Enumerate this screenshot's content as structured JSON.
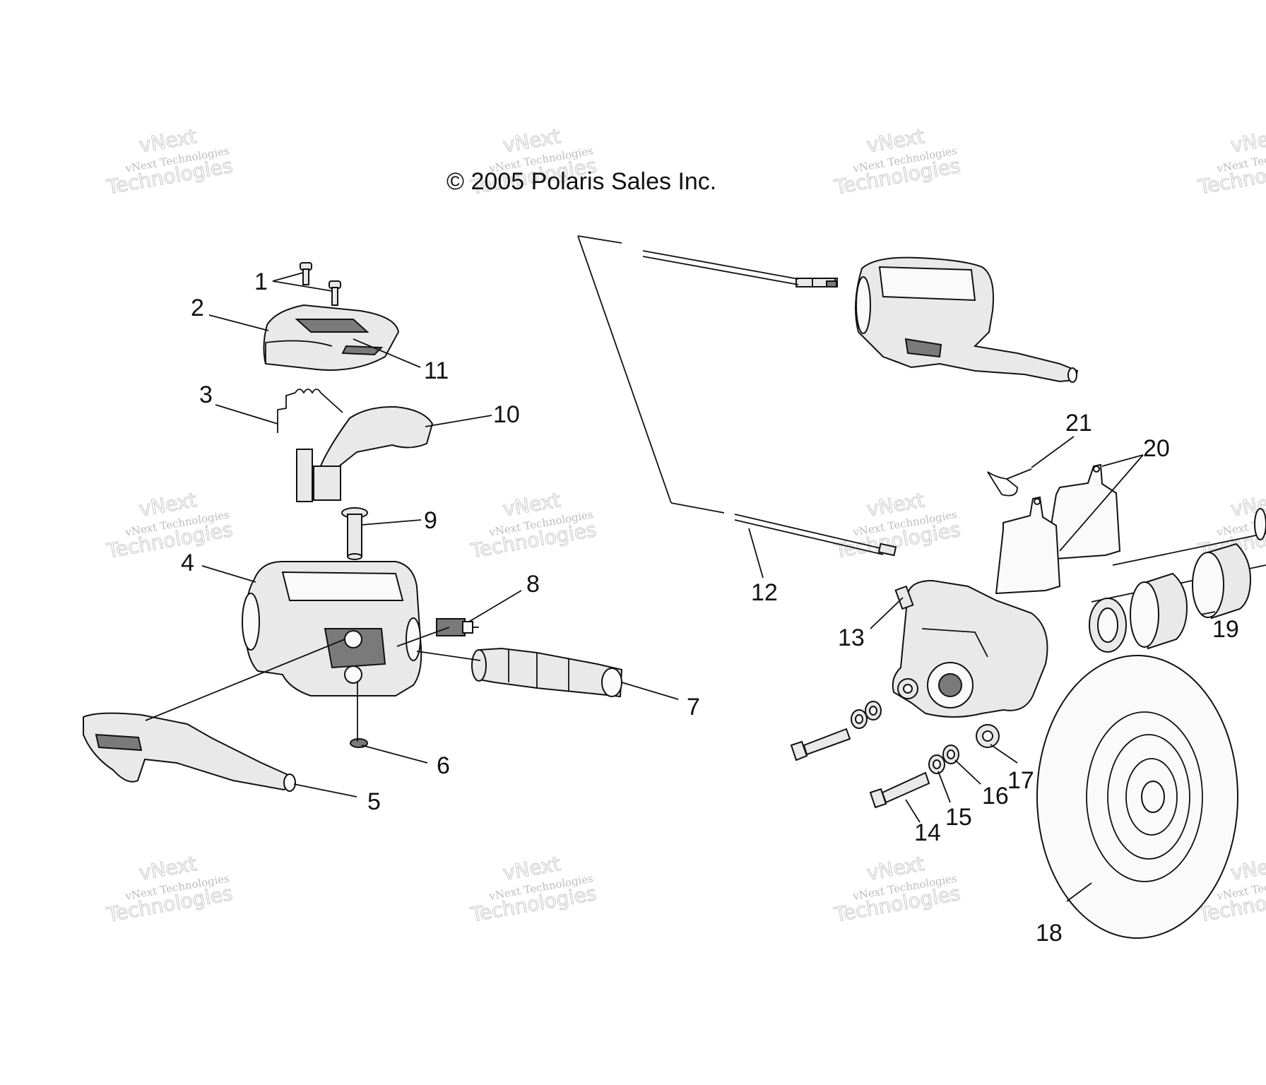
{
  "copyright": "© 2005 Polaris Sales Inc.",
  "watermark": {
    "line1": "vNext",
    "line2": "vNext Technologies",
    "line3": "Technologies"
  },
  "callouts": {
    "c1": "1",
    "c2": "2",
    "c3": "3",
    "c4": "4",
    "c5": "5",
    "c6": "6",
    "c7": "7",
    "c8": "8",
    "c9": "9",
    "c10": "10",
    "c11": "11",
    "c12": "12",
    "c13": "13",
    "c14": "14",
    "c15": "15",
    "c16": "16",
    "c17": "17",
    "c18": "18",
    "c19": "19",
    "c20": "20",
    "c21": "21"
  },
  "colors": {
    "line": "#111111",
    "part_fill": "#e9e9e9",
    "watermark": "#c8c8c8"
  }
}
